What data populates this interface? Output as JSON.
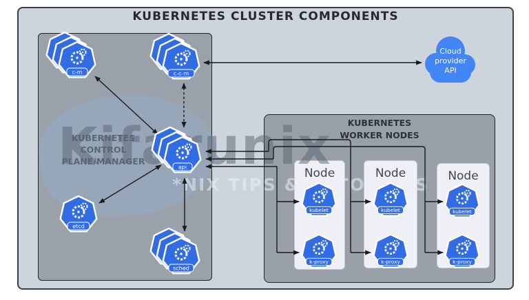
{
  "title": "KUBERNETES CLUSTER COMPONENTS",
  "control_plane": {
    "label_line1": "KUBERNETES",
    "label_line2": "CONTROL PLANE/MANAGER",
    "components": {
      "cm": "c-m",
      "ccm": "c-c-m",
      "api": "api",
      "etcd": "etcd",
      "sched": "sched"
    }
  },
  "worker_nodes": {
    "label_line1": "KUBERNETES",
    "label_line2": "WORKER NODES",
    "nodes": [
      {
        "title": "Node",
        "kubelet": "kubelet",
        "kproxy": "k-proxy"
      },
      {
        "title": "Node",
        "kubelet": "kubelet",
        "kproxy": "k-proxy"
      },
      {
        "title": "Node",
        "kubelet": "kubelet",
        "kproxy": "k-proxy"
      }
    ]
  },
  "cloud": {
    "line1": "Cloud",
    "line2": "provider",
    "line3": "API"
  },
  "watermark": {
    "brand": "Kifarunix",
    "tagline": "*NIX TIPS & TUTORIALS"
  },
  "colors": {
    "kubernetes_blue": "#326ce5",
    "cloud_blue": "#4285f4",
    "connector": "#1b1b1b",
    "outer_box": "#ced4db",
    "inner_box": "#9aa1aa",
    "node_box": "#eef0f6"
  }
}
